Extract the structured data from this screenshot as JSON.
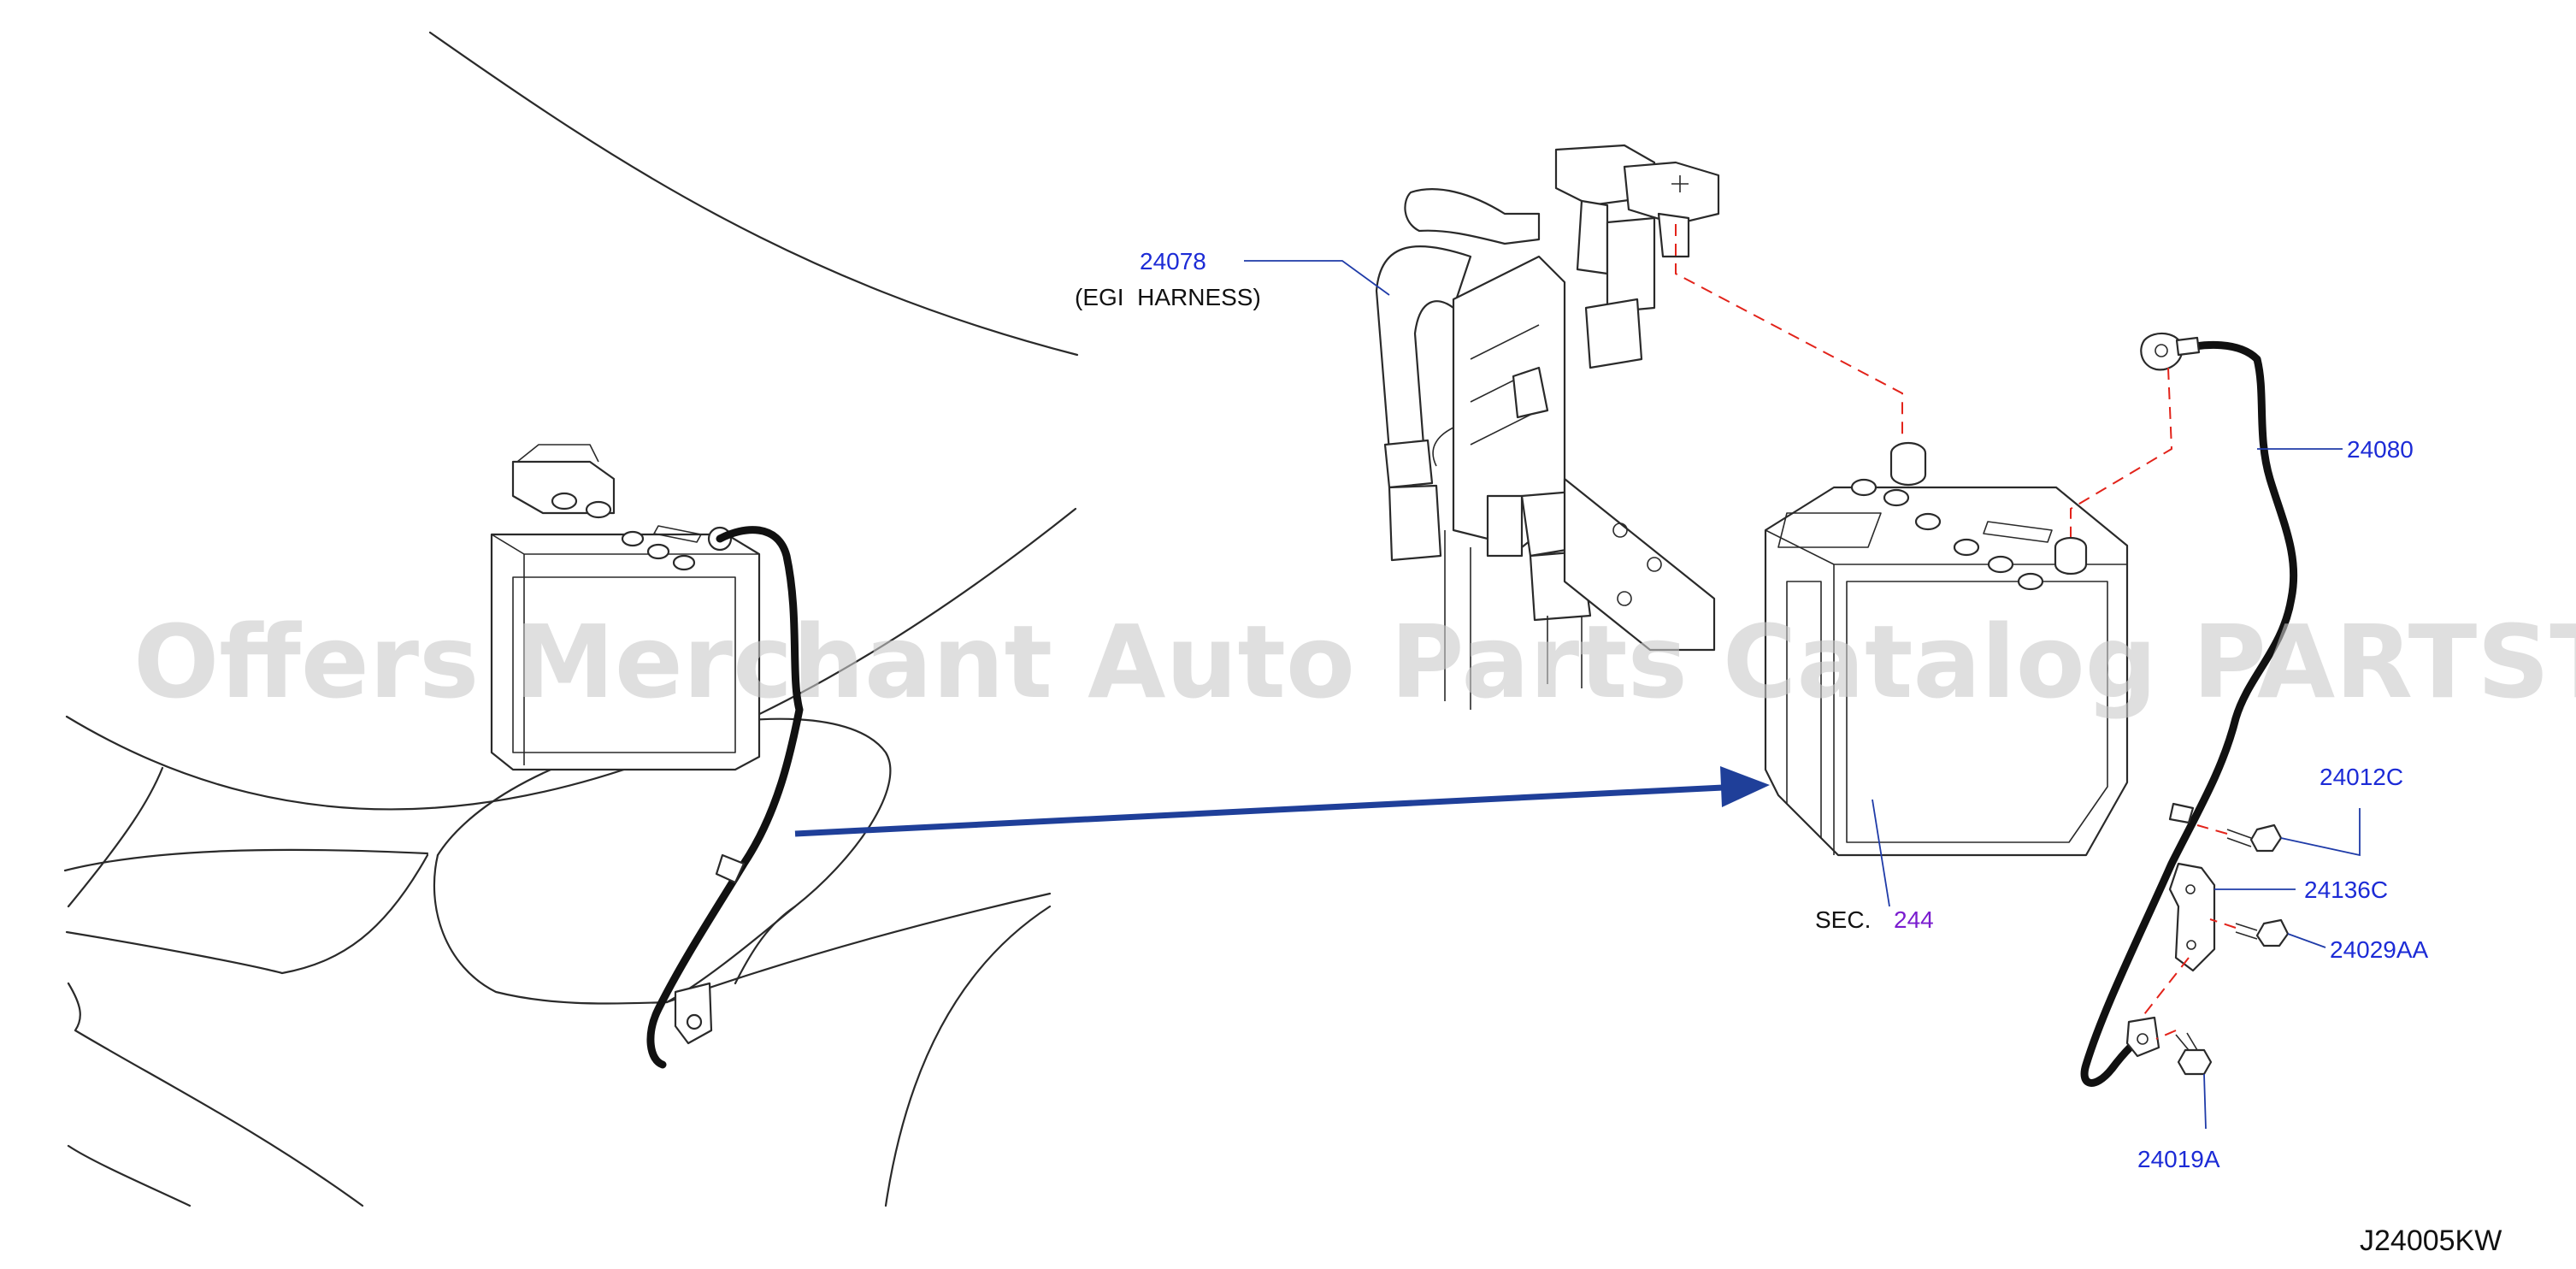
{
  "diagram": {
    "drawing_code": "J24005KW",
    "watermark": "Offers Merchant Auto Parts Catalog PARTSTORE.SA",
    "callouts": [
      {
        "id": "24078",
        "text": "24078",
        "note": "(EGI  HARNESS)"
      },
      {
        "id": "24080",
        "text": "24080"
      },
      {
        "id": "24012C",
        "text": "24012C"
      },
      {
        "id": "24136C",
        "text": "24136C"
      },
      {
        "id": "24029AA",
        "text": "24029AA"
      },
      {
        "id": "24019A",
        "text": "24019A"
      }
    ],
    "section_ref": {
      "prefix": "SEC.",
      "number": "244"
    },
    "colors": {
      "callout_text": "#1c2bd6",
      "section_number": "#7a1ccf",
      "leader_line": "#1f3ba8",
      "dashed_guide": "#e2231a",
      "arrow": "#1f3f99"
    }
  }
}
